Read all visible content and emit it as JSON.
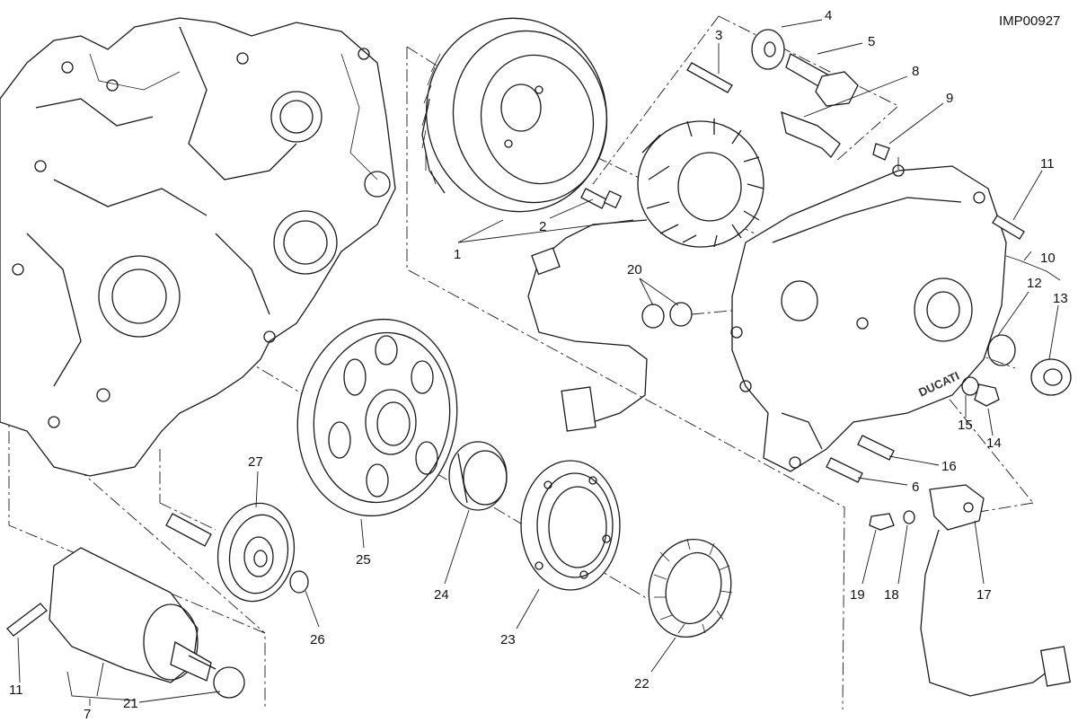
{
  "diagram": {
    "code": "IMP00927",
    "callouts": {
      "c1": "1",
      "c2": "2",
      "c3": "3",
      "c4": "4",
      "c5": "5",
      "c6": "6",
      "c7": "7",
      "c8": "8",
      "c9": "9",
      "c10": "10",
      "c11a": "11",
      "c11b": "11",
      "c12": "12",
      "c13": "13",
      "c14": "14",
      "c15": "15",
      "c16": "16",
      "c17": "17",
      "c18": "18",
      "c19": "19",
      "c20": "20",
      "c21": "21",
      "c22": "22",
      "c23": "23",
      "c24": "24",
      "c25": "25",
      "c26": "26",
      "c27": "27"
    },
    "cover_logo": "DUCATI"
  }
}
